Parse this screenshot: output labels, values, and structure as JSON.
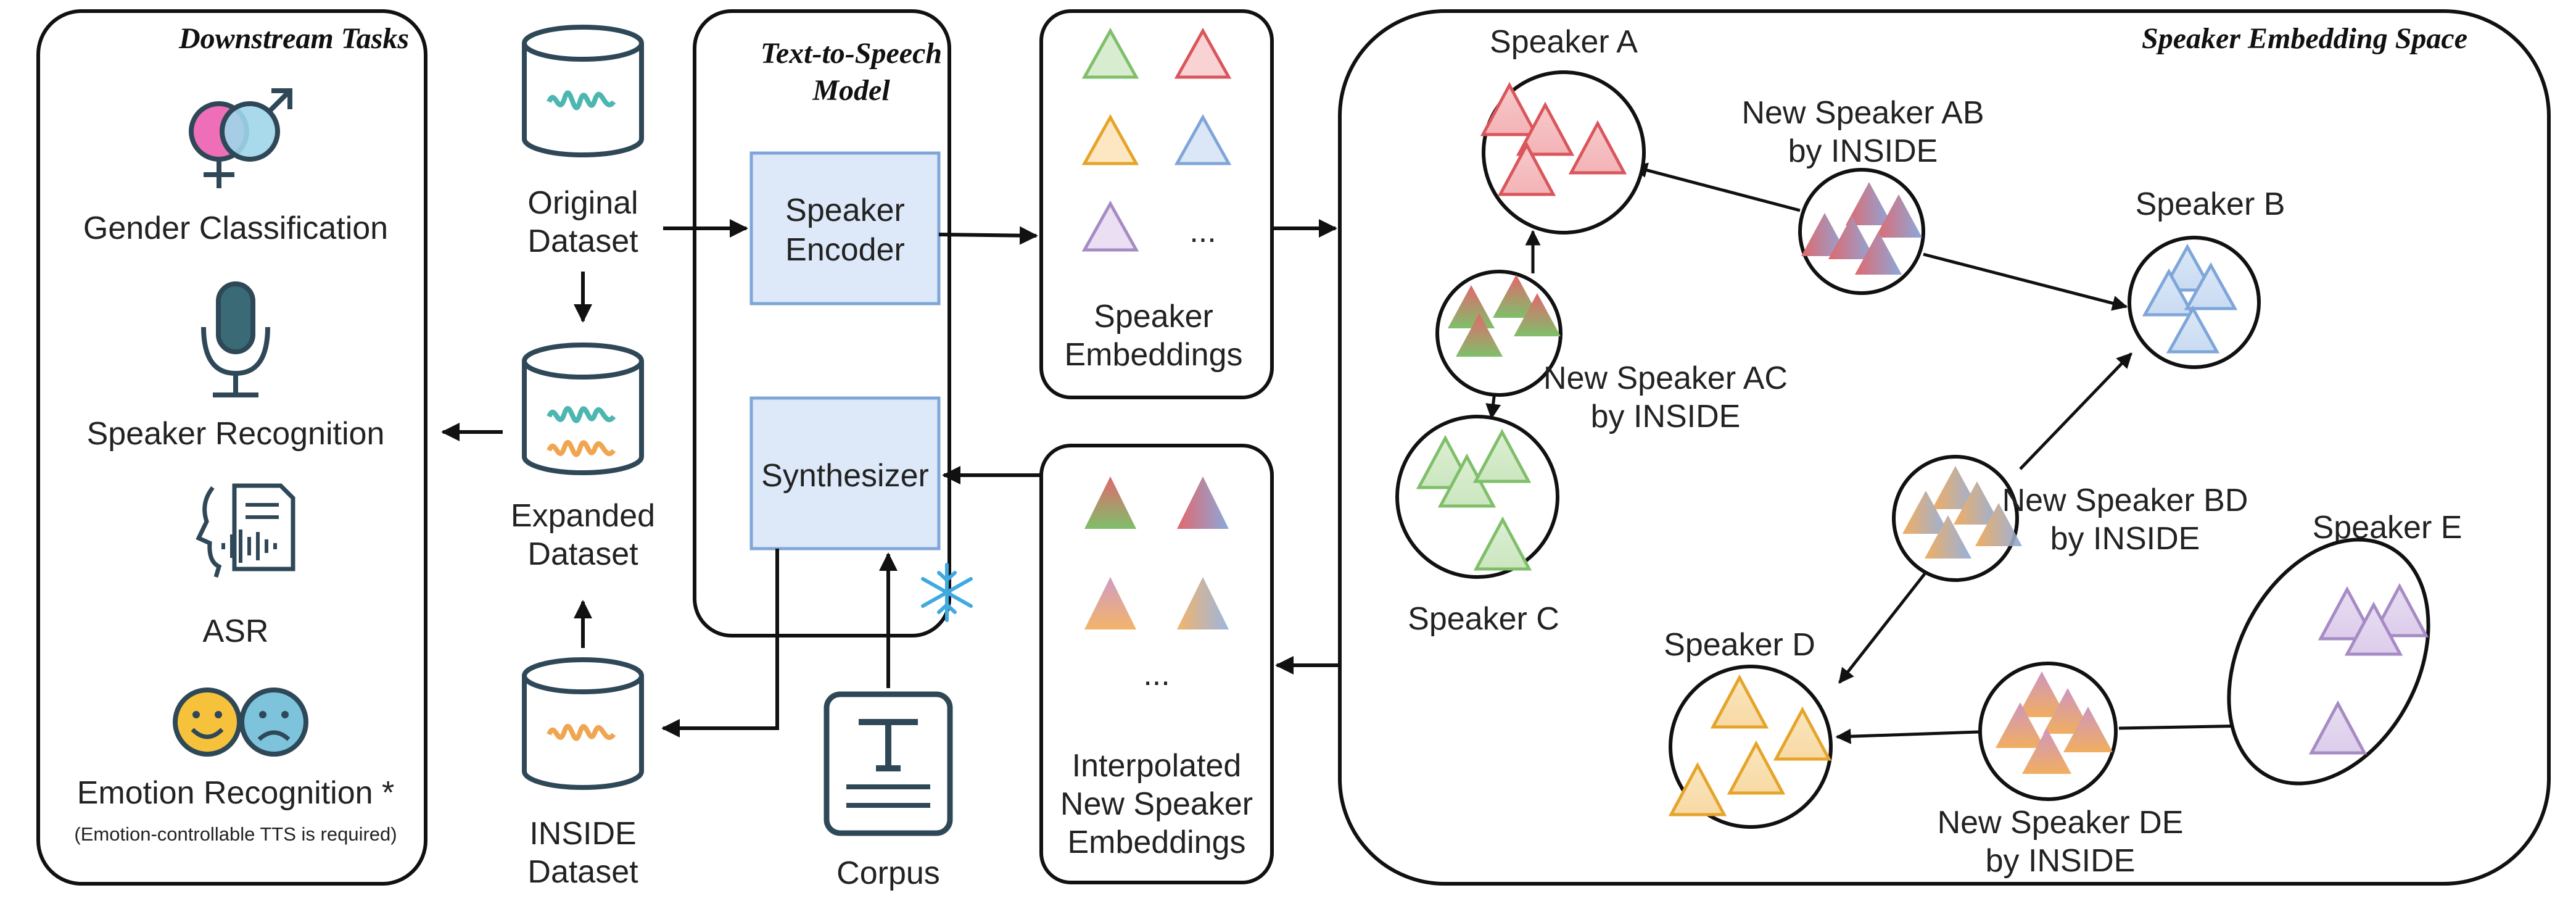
{
  "downstream": {
    "title": "Downstream Tasks",
    "tasks": [
      "Gender Classification",
      "Speaker Recognition",
      "ASR",
      "Emotion Recognition *"
    ],
    "footnote": "(Emotion-controllable TTS is required)"
  },
  "datasets": {
    "original": [
      "Original",
      "Dataset"
    ],
    "expanded": [
      "Expanded",
      "Dataset"
    ],
    "inside": [
      "INSIDE",
      "Dataset"
    ]
  },
  "tts": {
    "title": [
      "Text-to-Speech",
      "Model"
    ],
    "encoder": [
      "Speaker",
      "Encoder"
    ],
    "synthesizer": "Synthesizer"
  },
  "corpus": "Corpus",
  "embeddings": {
    "label": [
      "Speaker",
      "Embeddings"
    ],
    "ellipsis": "..."
  },
  "interpolated": {
    "label": [
      "Interpolated",
      "New Speaker",
      "Embeddings"
    ],
    "ellipsis": "..."
  },
  "space": {
    "title": "Speaker Embedding Space",
    "speakers": [
      "Speaker A",
      "Speaker B",
      "Speaker C",
      "Speaker D",
      "Speaker E"
    ],
    "new_ab": [
      "New Speaker AB",
      "by INSIDE"
    ],
    "new_ac": [
      "New Speaker AC",
      "by INSIDE"
    ],
    "new_bd": [
      "New Speaker BD",
      "by INSIDE"
    ],
    "new_de": [
      "New Speaker DE",
      "by INSIDE"
    ]
  },
  "colors": {
    "speaker_a": "#e06b70",
    "speaker_b": "#7fa6d9",
    "speaker_c": "#8cc47a",
    "speaker_d": "#e5a42a",
    "speaker_e": "#a68bc4",
    "module_fill": "#dde8f8",
    "module_stroke": "#7fa6d9"
  }
}
